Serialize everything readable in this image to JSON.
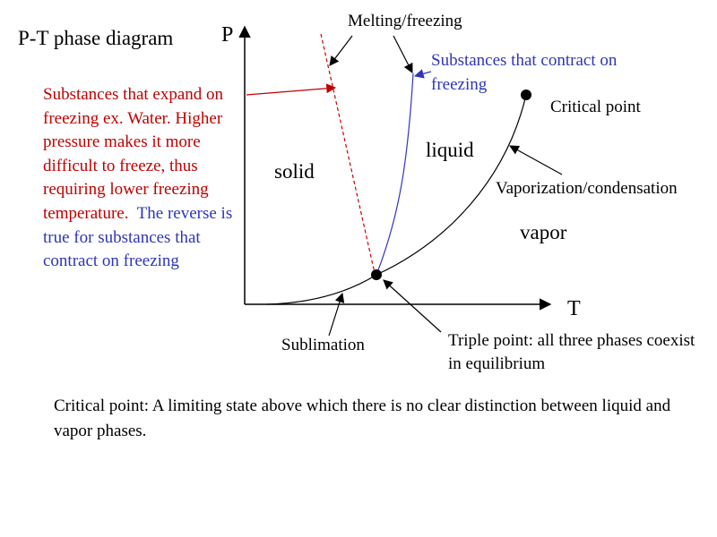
{
  "title": "P-T phase diagram",
  "axes": {
    "y_label": "P",
    "x_label": "T"
  },
  "phases": {
    "solid": "solid",
    "liquid": "liquid",
    "vapor": "vapor"
  },
  "labels": {
    "melting_freezing": "Melting/freezing",
    "contract_note": "Substances that contract on freezing",
    "critical_point": "Critical point",
    "vaporization_condensation": "Vaporization/condensation",
    "sublimation": "Sublimation",
    "triple_point": "Triple point: all three phases coexist in equilibrium"
  },
  "expand_note": {
    "red_text": "Substances that expand on freezing ex. Water. Higher pressure makes it more difficult to freeze, thus requiring lower freezing temperature.",
    "blue_text": "The reverse is true for substances that contract on freezing"
  },
  "critical_point_definition": "Critical point: A limiting state above which there is no clear distinction between liquid and vapor phases.",
  "colors": {
    "expand_text": "#c00000",
    "contract_text": "#2e35b8",
    "contract_curve": "#3333cc",
    "expand_curve": "#cc0000",
    "ink": "#000000"
  }
}
